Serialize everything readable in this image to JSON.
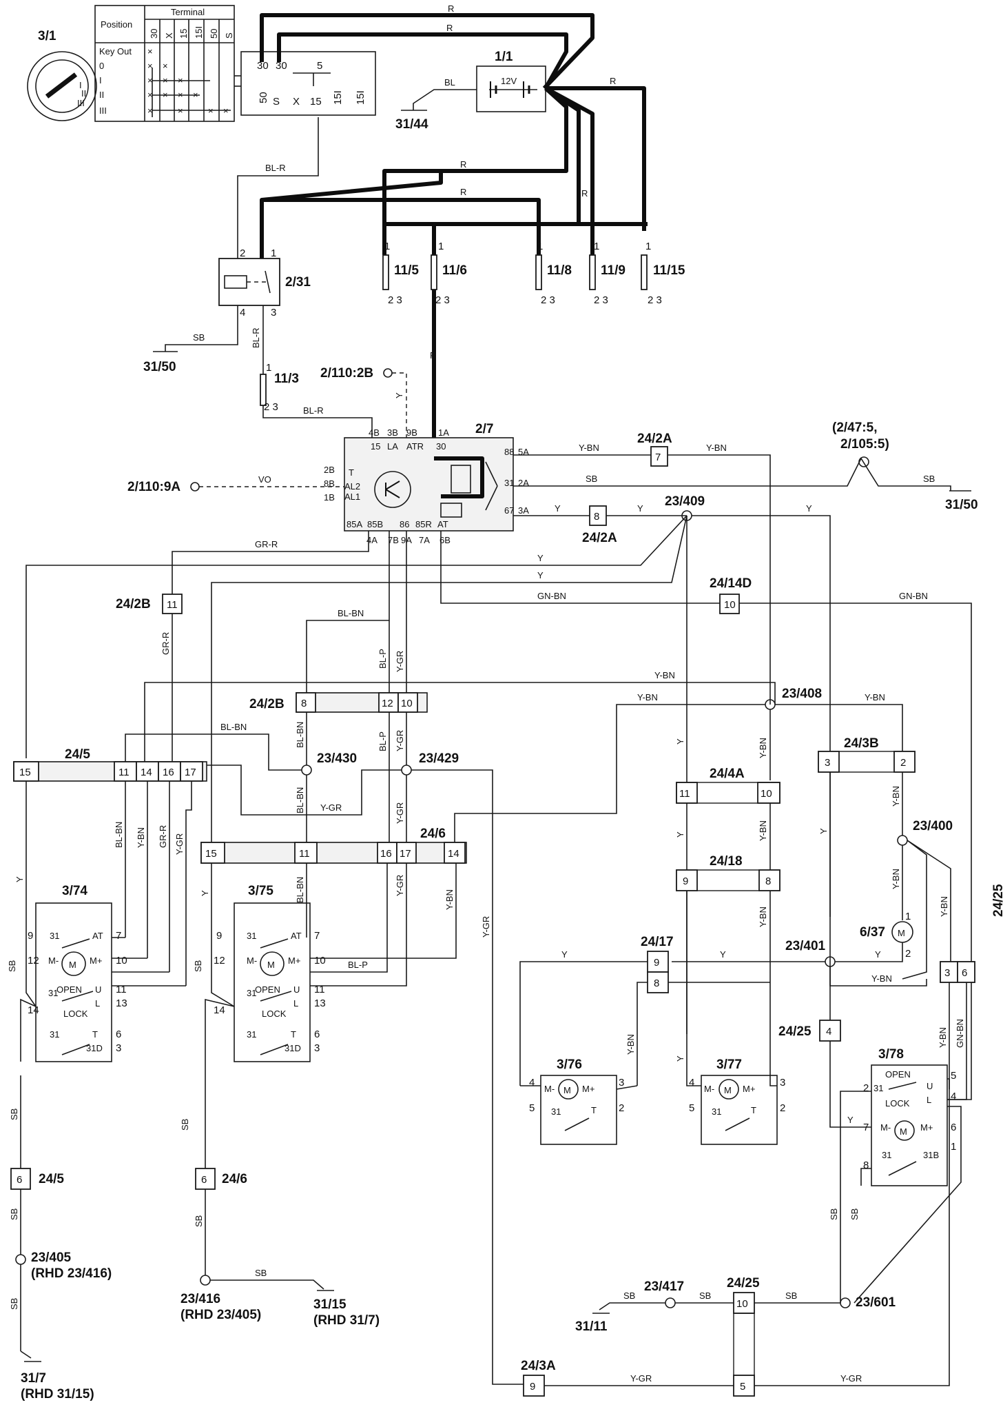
{
  "components": {
    "ignition_switch": "3/1",
    "battery": "1/1",
    "battery_voltage": "12V",
    "relay_2_31": "2/31",
    "central_unit": "2/7",
    "fuse_11_3": "11/3",
    "fuse_11_5": "11/5",
    "fuse_11_6": "11/6",
    "fuse_11_8": "11/8",
    "fuse_11_9": "11/9",
    "fuse_11_15": "11/15",
    "motor_6_37": "6/37",
    "lock_3_74": "3/74",
    "lock_3_75": "3/75",
    "lock_3_76": "3/76",
    "lock_3_77": "3/77",
    "lock_3_78": "3/78"
  },
  "ignition_table": {
    "position_header": "Position",
    "terminal_header": "Terminal",
    "terminals": [
      "30",
      "X",
      "15",
      "15I",
      "50",
      "S"
    ],
    "positions": [
      "Key Out",
      "0",
      "I",
      "II",
      "III"
    ]
  },
  "ground_points": {
    "g_31_44": "31/44",
    "g_31_50_a": "31/50",
    "g_31_50_b": "31/50",
    "g_31_11": "31/11",
    "g_31_7": "31/7",
    "g_31_7_rhd": "(RHD 31/15)",
    "g_31_15": "31/15",
    "g_31_15_rhd": "(RHD 31/7)"
  },
  "splices": {
    "s_23_409": "23/409",
    "s_23_408": "23/408",
    "s_23_430": "23/430",
    "s_23_429": "23/429",
    "s_23_400": "23/400",
    "s_23_401": "23/401",
    "s_23_405": "23/405",
    "s_23_405_rhd": "(RHD 23/416)",
    "s_23_416": "23/416",
    "s_23_416_rhd": "(RHD 23/405)",
    "s_23_417": "23/417",
    "s_23_601": "23/601"
  },
  "connectors": {
    "c_24_2A_top": "24/2A",
    "c_24_2A_mid": "24/2A",
    "c_24_2B_left": "24/2B",
    "c_24_2B": "24/2B",
    "c_24_14D": "24/14D",
    "c_24_5": "24/5",
    "c_24_6": "24/6",
    "c_24_4A": "24/4A",
    "c_24_18": "24/18",
    "c_24_3B": "24/3B",
    "c_24_17": "24/17",
    "c_24_25_right": "24/25",
    "c_24_25_mid": "24/25",
    "c_24_25_bottom": "24/25",
    "c_24_5_bottom": "24/5",
    "c_24_6_bottom": "24/6",
    "c_24_3A": "24/3A"
  },
  "external_refs": {
    "ref_2_110_2B": "2/110:2B",
    "ref_2_110_9A": "2/110:9A",
    "ref_2_47": "(2/47:5,",
    "ref_2_105": "2/105:5)"
  },
  "wire_colors": [
    "R",
    "BL",
    "BL-R",
    "SB",
    "Y",
    "VO",
    "Y-BN",
    "GR-R",
    "GN-BN",
    "BL-BN",
    "BL-P",
    "Y-GR"
  ]
}
